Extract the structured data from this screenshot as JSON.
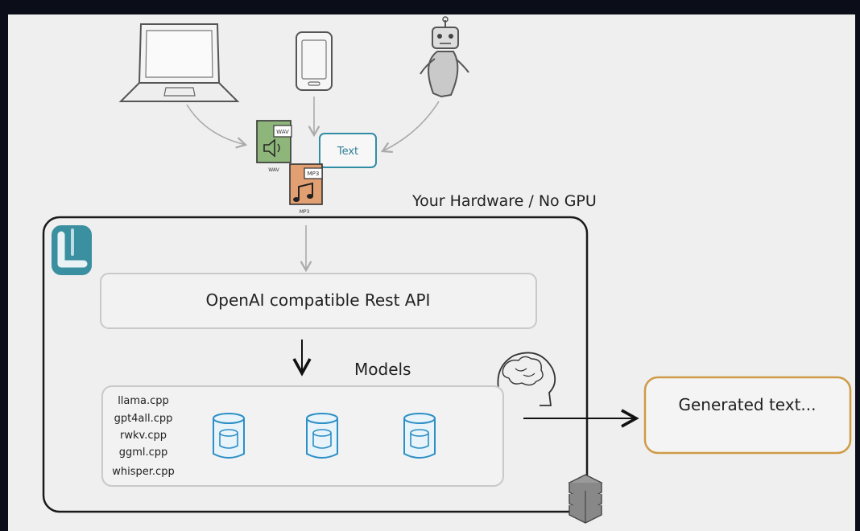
{
  "inputs": {
    "text_box_label": "Text",
    "wav_tag": "WAV",
    "wav_caption": "WAV",
    "mp3_tag": "MP3",
    "mp3_caption": "MP3"
  },
  "hardware_label": "Your Hardware / No GPU",
  "api_box_label": "OpenAI compatible Rest API",
  "models_label": "Models",
  "backends": [
    "llama.cpp",
    "gpt4all.cpp",
    "rwkv.cpp",
    "ggml.cpp",
    "whisper.cpp"
  ],
  "output_label": "Generated text...",
  "colors": {
    "logo_teal": "#3a8fa0",
    "db_blue": "#2c8fc6",
    "output_border": "#cf9b47",
    "text_box_border": "#2f8ea6",
    "wav_green": "#8eb67a",
    "mp3_orange": "#e2a072"
  },
  "icons": [
    "laptop-icon",
    "phone-icon",
    "robot-icon",
    "wav-file-icon",
    "mp3-file-icon",
    "app-logo-icon",
    "database-icon",
    "brain-head-icon",
    "server-stack-icon"
  ]
}
